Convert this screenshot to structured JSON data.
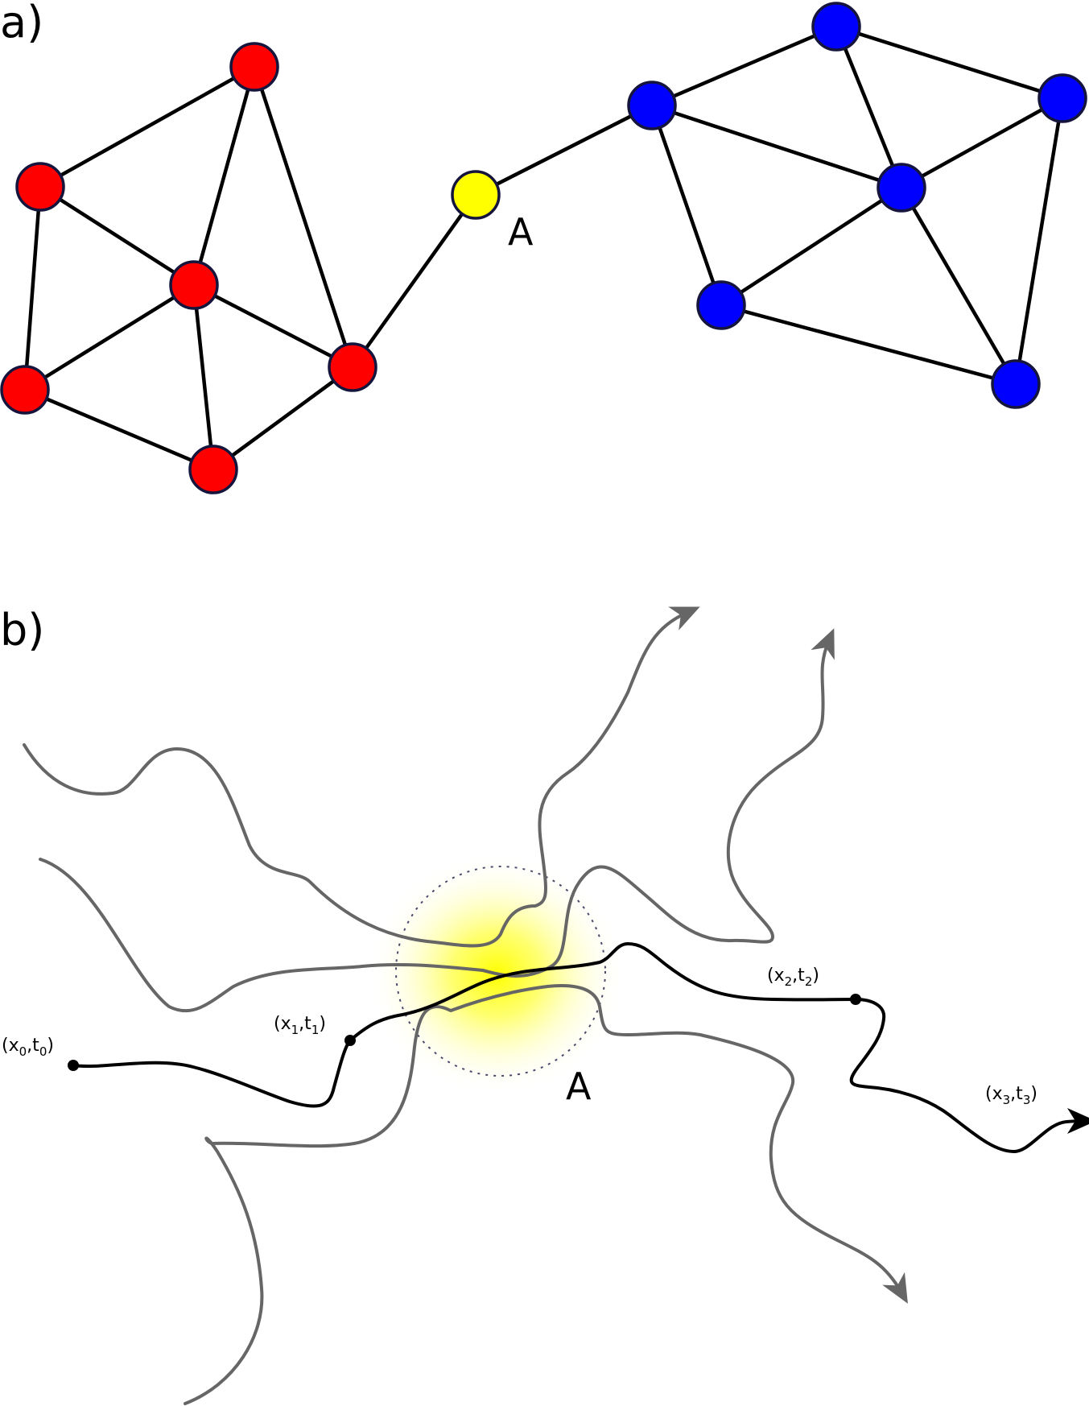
{
  "panel_a": {
    "label": "a)",
    "node_label": "A",
    "colors": {
      "red_cluster": "#ff0000",
      "blue_cluster": "#0000ff",
      "bridge_node": "#ffff00",
      "node_outline": "#14143c"
    }
  },
  "panel_b": {
    "label": "b)",
    "region_label": "A",
    "points": [
      {
        "x": "x",
        "xi": "0",
        "t": "t",
        "ti": "0"
      },
      {
        "x": "x",
        "xi": "1",
        "t": "t",
        "ti": "1"
      },
      {
        "x": "x",
        "xi": "2",
        "t": "t",
        "ti": "2"
      },
      {
        "x": "x",
        "xi": "3",
        "t": "t",
        "ti": "3"
      }
    ],
    "colors": {
      "main_path": "#000000",
      "other_paths": "#666666",
      "glow": "#ffff00"
    }
  }
}
